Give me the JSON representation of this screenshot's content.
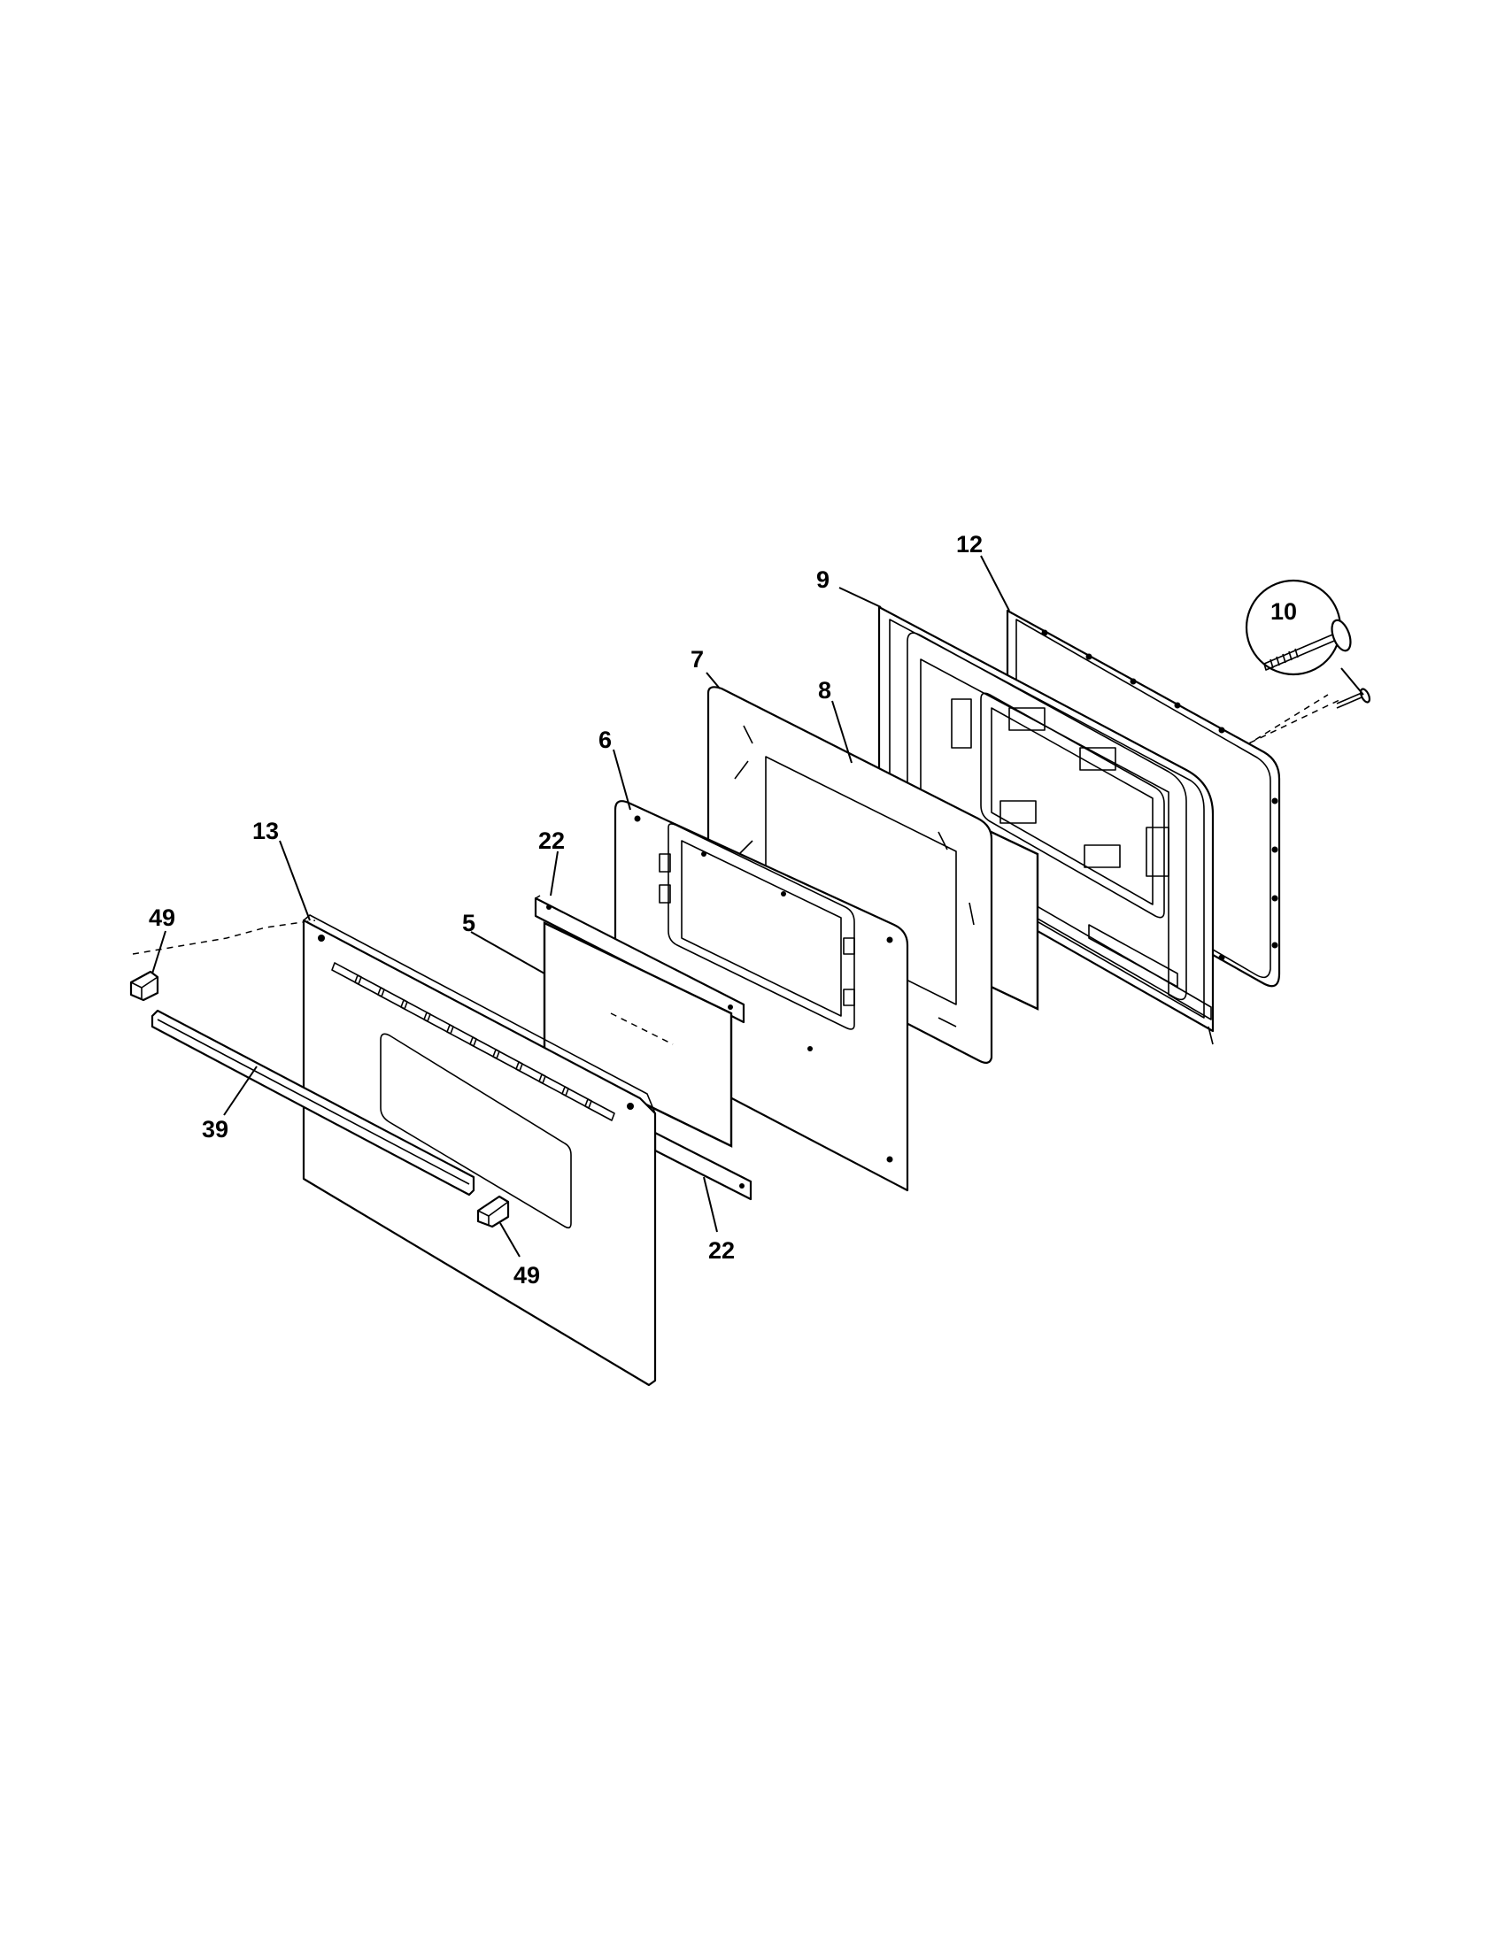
{
  "diagram": {
    "callouts": {
      "c5": "5",
      "c6": "6",
      "c7": "7",
      "c8": "8",
      "c9": "9",
      "c10": "10",
      "c12": "12",
      "c13": "13",
      "c22_top": "22",
      "c22_bottom": "22",
      "c39": "39",
      "c49_left": "49",
      "c49_bottom": "49"
    }
  }
}
